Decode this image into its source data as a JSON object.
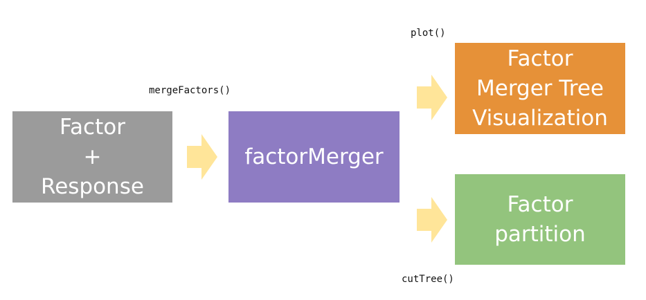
{
  "colors": {
    "input_box": "#9b9b9b",
    "merger_box": "#8e7cc3",
    "visualization_box": "#e69138",
    "partition_box": "#93c47d",
    "arrow": "#ffe599",
    "box_text": "#ffffff"
  },
  "nodes": {
    "input": {
      "lines": [
        "Factor",
        "+",
        "Response"
      ]
    },
    "merger": {
      "lines": [
        "factorMerger"
      ]
    },
    "visualization": {
      "lines": [
        "Factor",
        "Merger Tree",
        "Visualization"
      ]
    },
    "partition": {
      "lines": [
        "Factor",
        "partition"
      ]
    }
  },
  "functions": {
    "merge": "mergeFactors()",
    "plot": "plot()",
    "cut": "cutTree()"
  },
  "icons": {
    "arrow": "right-arrow-icon"
  }
}
